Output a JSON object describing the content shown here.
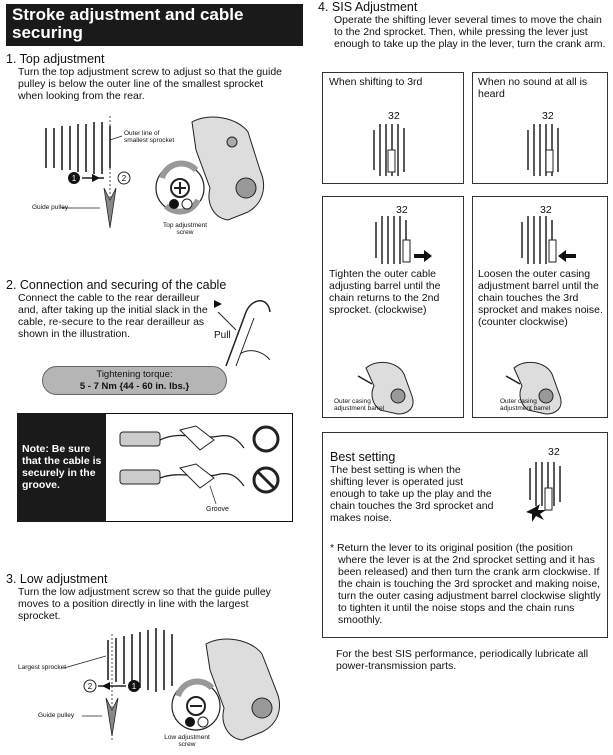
{
  "title": "Stroke adjustment and cable securing",
  "top_adjustment": {
    "heading": "1. Top adjustment",
    "text": "Turn the top adjustment screw to adjust so that the guide pulley is below the outer line of the smallest sprocket when looking from the rear.",
    "label_outer_line": "Outer line of smallest sprocket",
    "label_guide_pulley": "Guide pulley",
    "label_screw": "Top adjustment screw",
    "num1": "1",
    "num2": "2"
  },
  "connection": {
    "heading": "2. Connection and securing of the cable",
    "text": "Connect the cable to the rear derailleur and, after taking up the initial slack in the cable, re-secure to the rear derailleur as shown in the illustration.",
    "label_pull": "Pull",
    "torque_title": "Tightening torque:",
    "torque_value": "5 - 7 Nm {44 - 60 in. lbs.}"
  },
  "note": {
    "text": "Note: Be sure that the cable is securely in the groove.",
    "label_groove": "Groove"
  },
  "low_adjustment": {
    "heading": "3. Low adjustment",
    "text": "Turn the low adjustment screw so that the guide pulley moves to a position directly in line with the largest sprocket.",
    "label_largest": "Largest sprocket",
    "label_guide_pulley": "Guide pulley",
    "label_screw": "Low adjustment screw",
    "num1": "1",
    "num2": "2"
  },
  "sis": {
    "heading": "4. SIS Adjustment",
    "text": "Operate the shifting lever several times to move the chain to the 2nd sprocket. Then, while pressing the lever just enough to take up the play in the lever, turn the crank arm.",
    "box1_title": "When shifting to 3rd",
    "box2_title": "When no sound at all is heard",
    "sprocket_label": "32",
    "box3_text": "Tighten the outer cable adjusting barrel until the chain returns to the 2nd sprocket. (clockwise)",
    "box4_text": "Loosen the outer casing adjustment barrel until the chain touches the 3rd sprocket and makes noise. (counter clockwise)",
    "label_barrel": "Outer casing adjustment barrel",
    "best_title": "Best setting",
    "best_text": "The best setting is when the shifting lever is operated just enough to take up the play and the chain touches the 3rd sprocket and makes noise.",
    "footnote": "* Return the lever to its original position (the position where the lever is at the 2nd sprocket setting and it has been released) and then turn the crank arm clockwise. If the chain is touching the 3rd sprocket and making noise, turn the outer casing adjustment barrel clockwise slightly to tighten it until the noise stops and the chain runs smoothly.",
    "bottom_note": "For the best SIS performance, periodically lubricate all power-transmission parts."
  }
}
